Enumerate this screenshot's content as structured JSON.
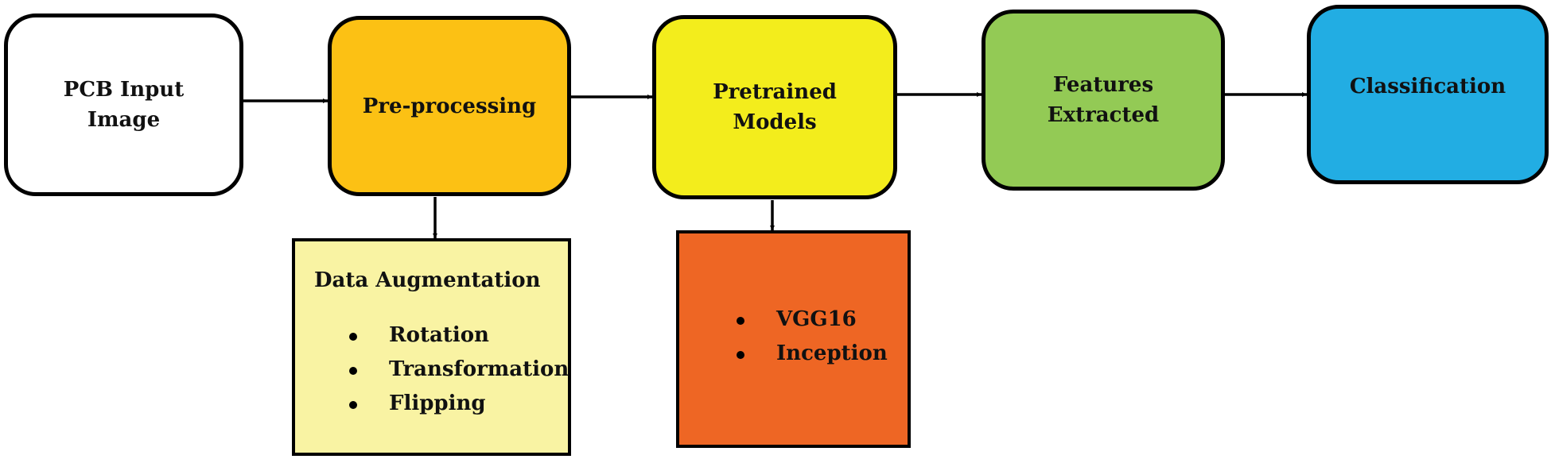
{
  "nodes": {
    "input": {
      "label": "PCB Input\nImage",
      "color": "#ffffff"
    },
    "preprocessing": {
      "label": "Pre-processing",
      "color": "#fcc114"
    },
    "pretrained": {
      "label": "Pretrained\nModels",
      "color": "#f3ed1c"
    },
    "features": {
      "label": "Features\nExtracted",
      "color": "#93ca55"
    },
    "classification": {
      "label": "Classification",
      "color": "#22ade3"
    }
  },
  "augmentation": {
    "title": "Data Augmentation",
    "items": [
      "Rotation",
      "Transformation",
      "Flipping"
    ],
    "color": "#f9f3a3"
  },
  "models": {
    "items": [
      "VGG16",
      "Inception"
    ],
    "color": "#ee6624"
  }
}
